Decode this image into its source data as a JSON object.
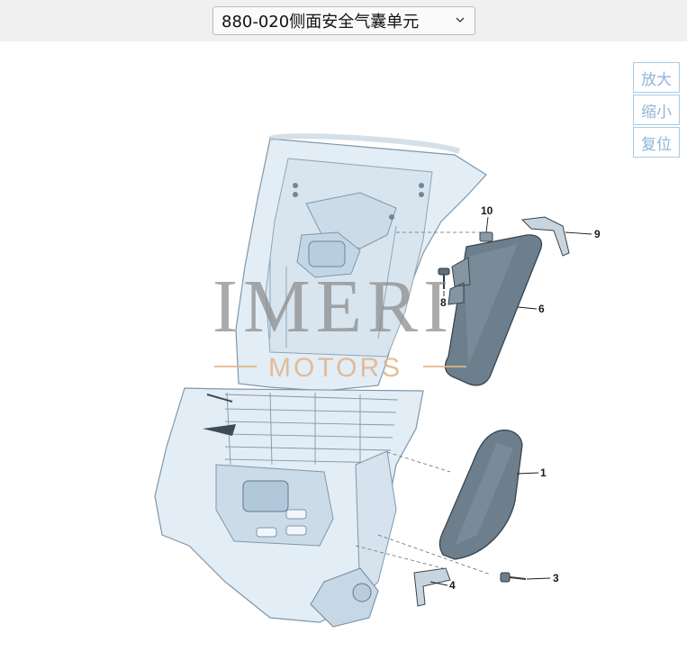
{
  "header": {
    "select_value": "880-020侧面安全气囊单元"
  },
  "zoom_controls": {
    "zoom_in": "放大",
    "zoom_out": "缩小",
    "reset": "复位"
  },
  "diagram": {
    "watermark_text": "IMERI",
    "watermark_subtext": "MOTORS",
    "callouts": {
      "c1": "1",
      "c3": "3",
      "c4": "4",
      "c6": "6",
      "c8": "8",
      "c9": "9",
      "c10": "10"
    }
  },
  "colors": {
    "frame_fill": "#e3edf5",
    "frame_stroke": "#7f97ab",
    "part_fill": "#6d7f8d",
    "part_stroke": "#38454f",
    "zoom_border": "#a9cbe6",
    "zoom_text": "#8fb6d9"
  }
}
